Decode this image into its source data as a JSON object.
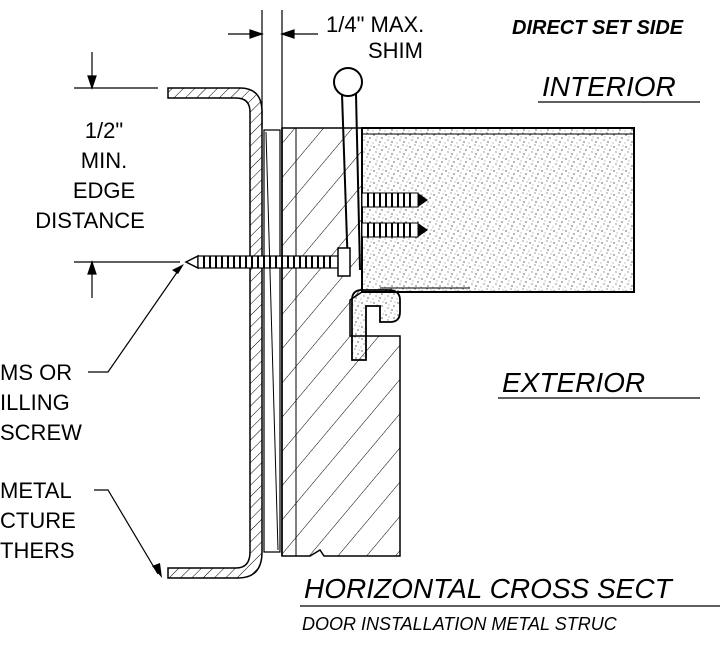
{
  "header": {
    "direct_set_side": "DIRECT SET SIDE"
  },
  "dimensions": {
    "shim_gap_line1": "1/4\" MAX.",
    "shim_gap_line2": "SHIM",
    "edge_line1": "1/2\"",
    "edge_line2": "MIN.",
    "edge_line3": "EDGE",
    "edge_line4": "DISTANCE"
  },
  "zones": {
    "interior": "INTERIOR",
    "exterior": "EXTERIOR"
  },
  "callouts": {
    "screw_line1": "MS OR",
    "screw_line2": "ILLING",
    "screw_line3": "SCREW",
    "structure_line1": "METAL",
    "structure_line2": "CTURE",
    "structure_line3": "THERS"
  },
  "footer": {
    "title": "HORIZONTAL CROSS SECT",
    "subtitle": "DOOR INSTALLATION METAL STRUC"
  }
}
